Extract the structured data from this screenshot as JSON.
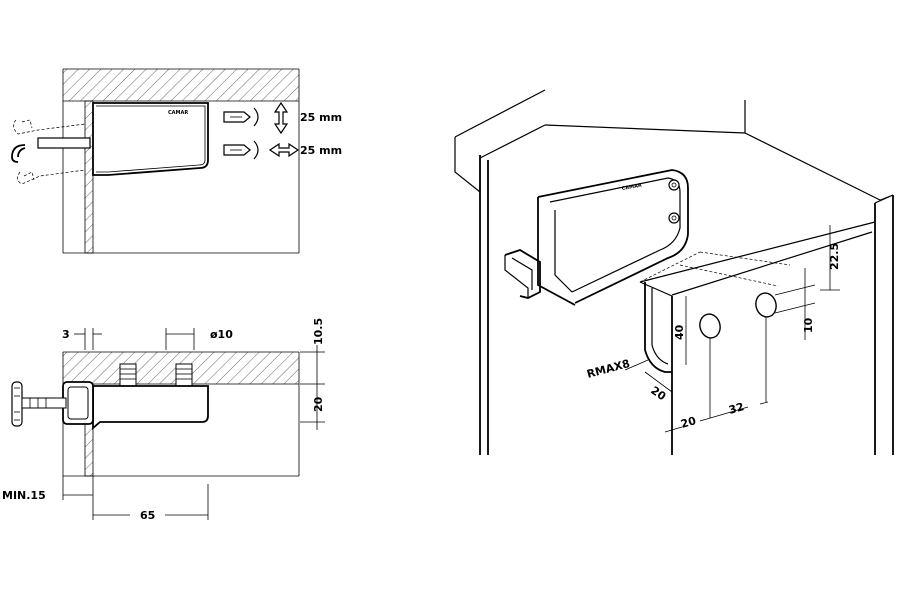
{
  "views": {
    "top": {
      "adjust_height": "25 mm",
      "adjust_depth": "25 mm",
      "brand": "CAMAR"
    },
    "bottom": {
      "dim_gap": "3",
      "dim_hole": "ø10",
      "dim_offset": "10.5",
      "dim_height": "20",
      "dim_min": "MIN.15",
      "dim_length": "65"
    },
    "iso": {
      "brand": "CAMAR",
      "dim_radius": "RMAX8",
      "dim_edge": "20",
      "dim_hole_height": "40",
      "dim_dist1": "20",
      "dim_dist2": "32",
      "dim_top": "22.5",
      "dim_hole_gap": "10"
    }
  }
}
